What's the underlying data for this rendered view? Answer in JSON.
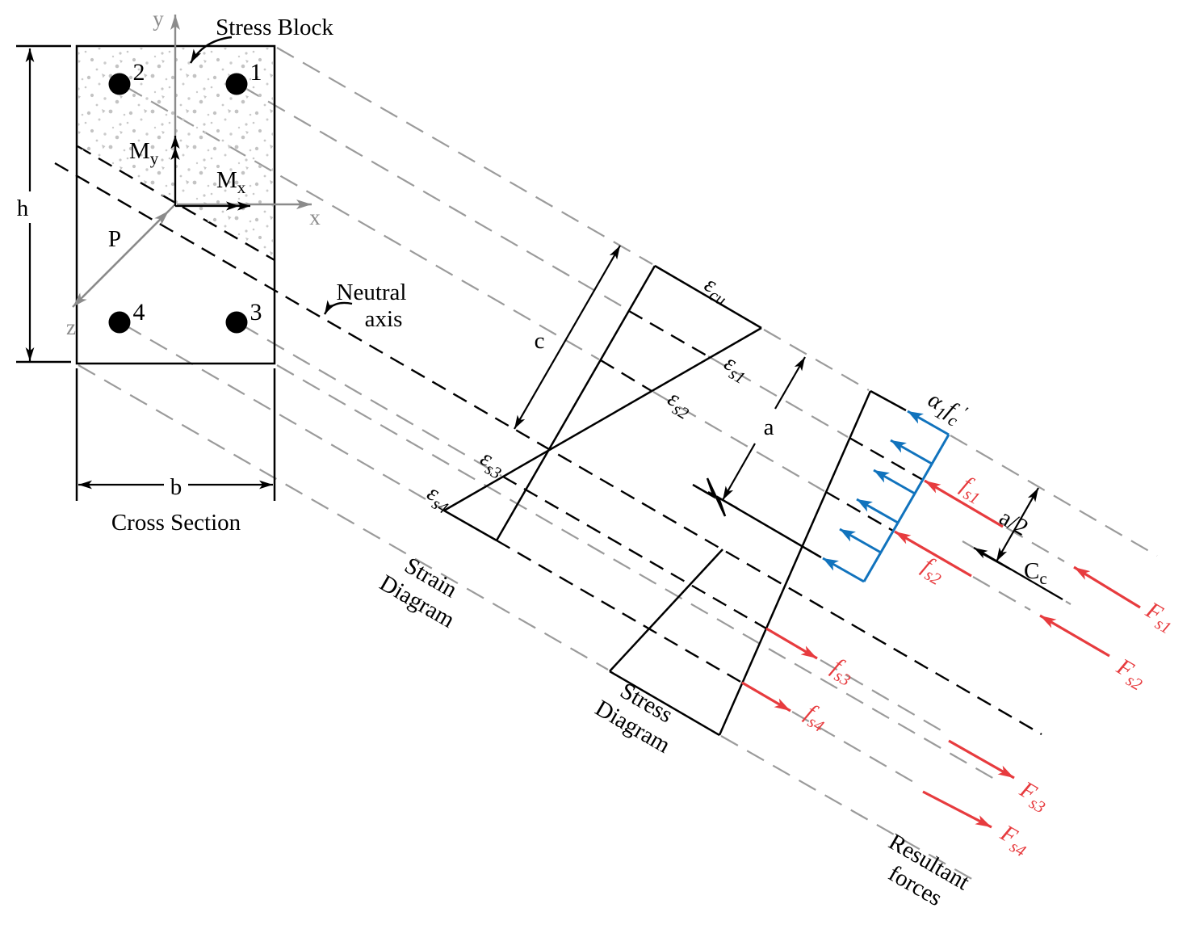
{
  "colors": {
    "black": "#000000",
    "projection_gray": "#9b9b9b",
    "axis_gray": "#8b8b8b",
    "stress_blue": "#1173bd",
    "force_red": "#e73b3e",
    "stipple_gray": "#c3c3c3"
  },
  "cross_section": {
    "title": "Cross Section",
    "stress_block_label": "Stress Block",
    "neutral_axis_label": {
      "line1": "Neutral",
      "line2": "axis"
    },
    "axis_x": "x",
    "axis_y": "y",
    "axis_z": "z",
    "load_p": "P",
    "moment_x": {
      "base": "M",
      "sub": "x"
    },
    "moment_y": {
      "base": "M",
      "sub": "y"
    },
    "dim_h": "h",
    "dim_b": "b",
    "bars": [
      {
        "id": "1"
      },
      {
        "id": "2"
      },
      {
        "id": "3"
      },
      {
        "id": "4"
      }
    ]
  },
  "strain_diagram": {
    "title": {
      "line1": "Strain",
      "line2": "Diagram"
    },
    "dim_c": "c",
    "eps_cu": {
      "base": "ε",
      "sub": "cu"
    },
    "eps_s1": {
      "base": "ε",
      "sub": "s1"
    },
    "eps_s2": {
      "base": "ε",
      "sub": "s2"
    },
    "eps_s3": {
      "base": "ε",
      "sub": "s3"
    },
    "eps_s4": {
      "base": "ε",
      "sub": "s4"
    }
  },
  "stress_diagram": {
    "title": {
      "line1": "Stress",
      "line2": "Diagram"
    },
    "dim_a": "a",
    "alpha_fc": {
      "alpha": "α",
      "alpha_sub": "1",
      "f": "f",
      "f_sub": "c",
      "prime": "′"
    },
    "f_s1": {
      "base": "f",
      "sub": "s1"
    },
    "f_s2": {
      "base": "f",
      "sub": "s2"
    },
    "f_s3": {
      "base": "f",
      "sub": "s3"
    },
    "f_s4": {
      "base": "f",
      "sub": "s4"
    }
  },
  "resultant_forces": {
    "title": {
      "line1": "Resultant",
      "line2": "forces"
    },
    "dim_a_half": "a/2",
    "c_c": {
      "base": "C",
      "sub": "c"
    },
    "F_s1": {
      "base": "F",
      "sub": "s1"
    },
    "F_s2": {
      "base": "F",
      "sub": "s2"
    },
    "F_s3": {
      "base": "F",
      "sub": "s3"
    },
    "F_s4": {
      "base": "F",
      "sub": "s4"
    }
  }
}
